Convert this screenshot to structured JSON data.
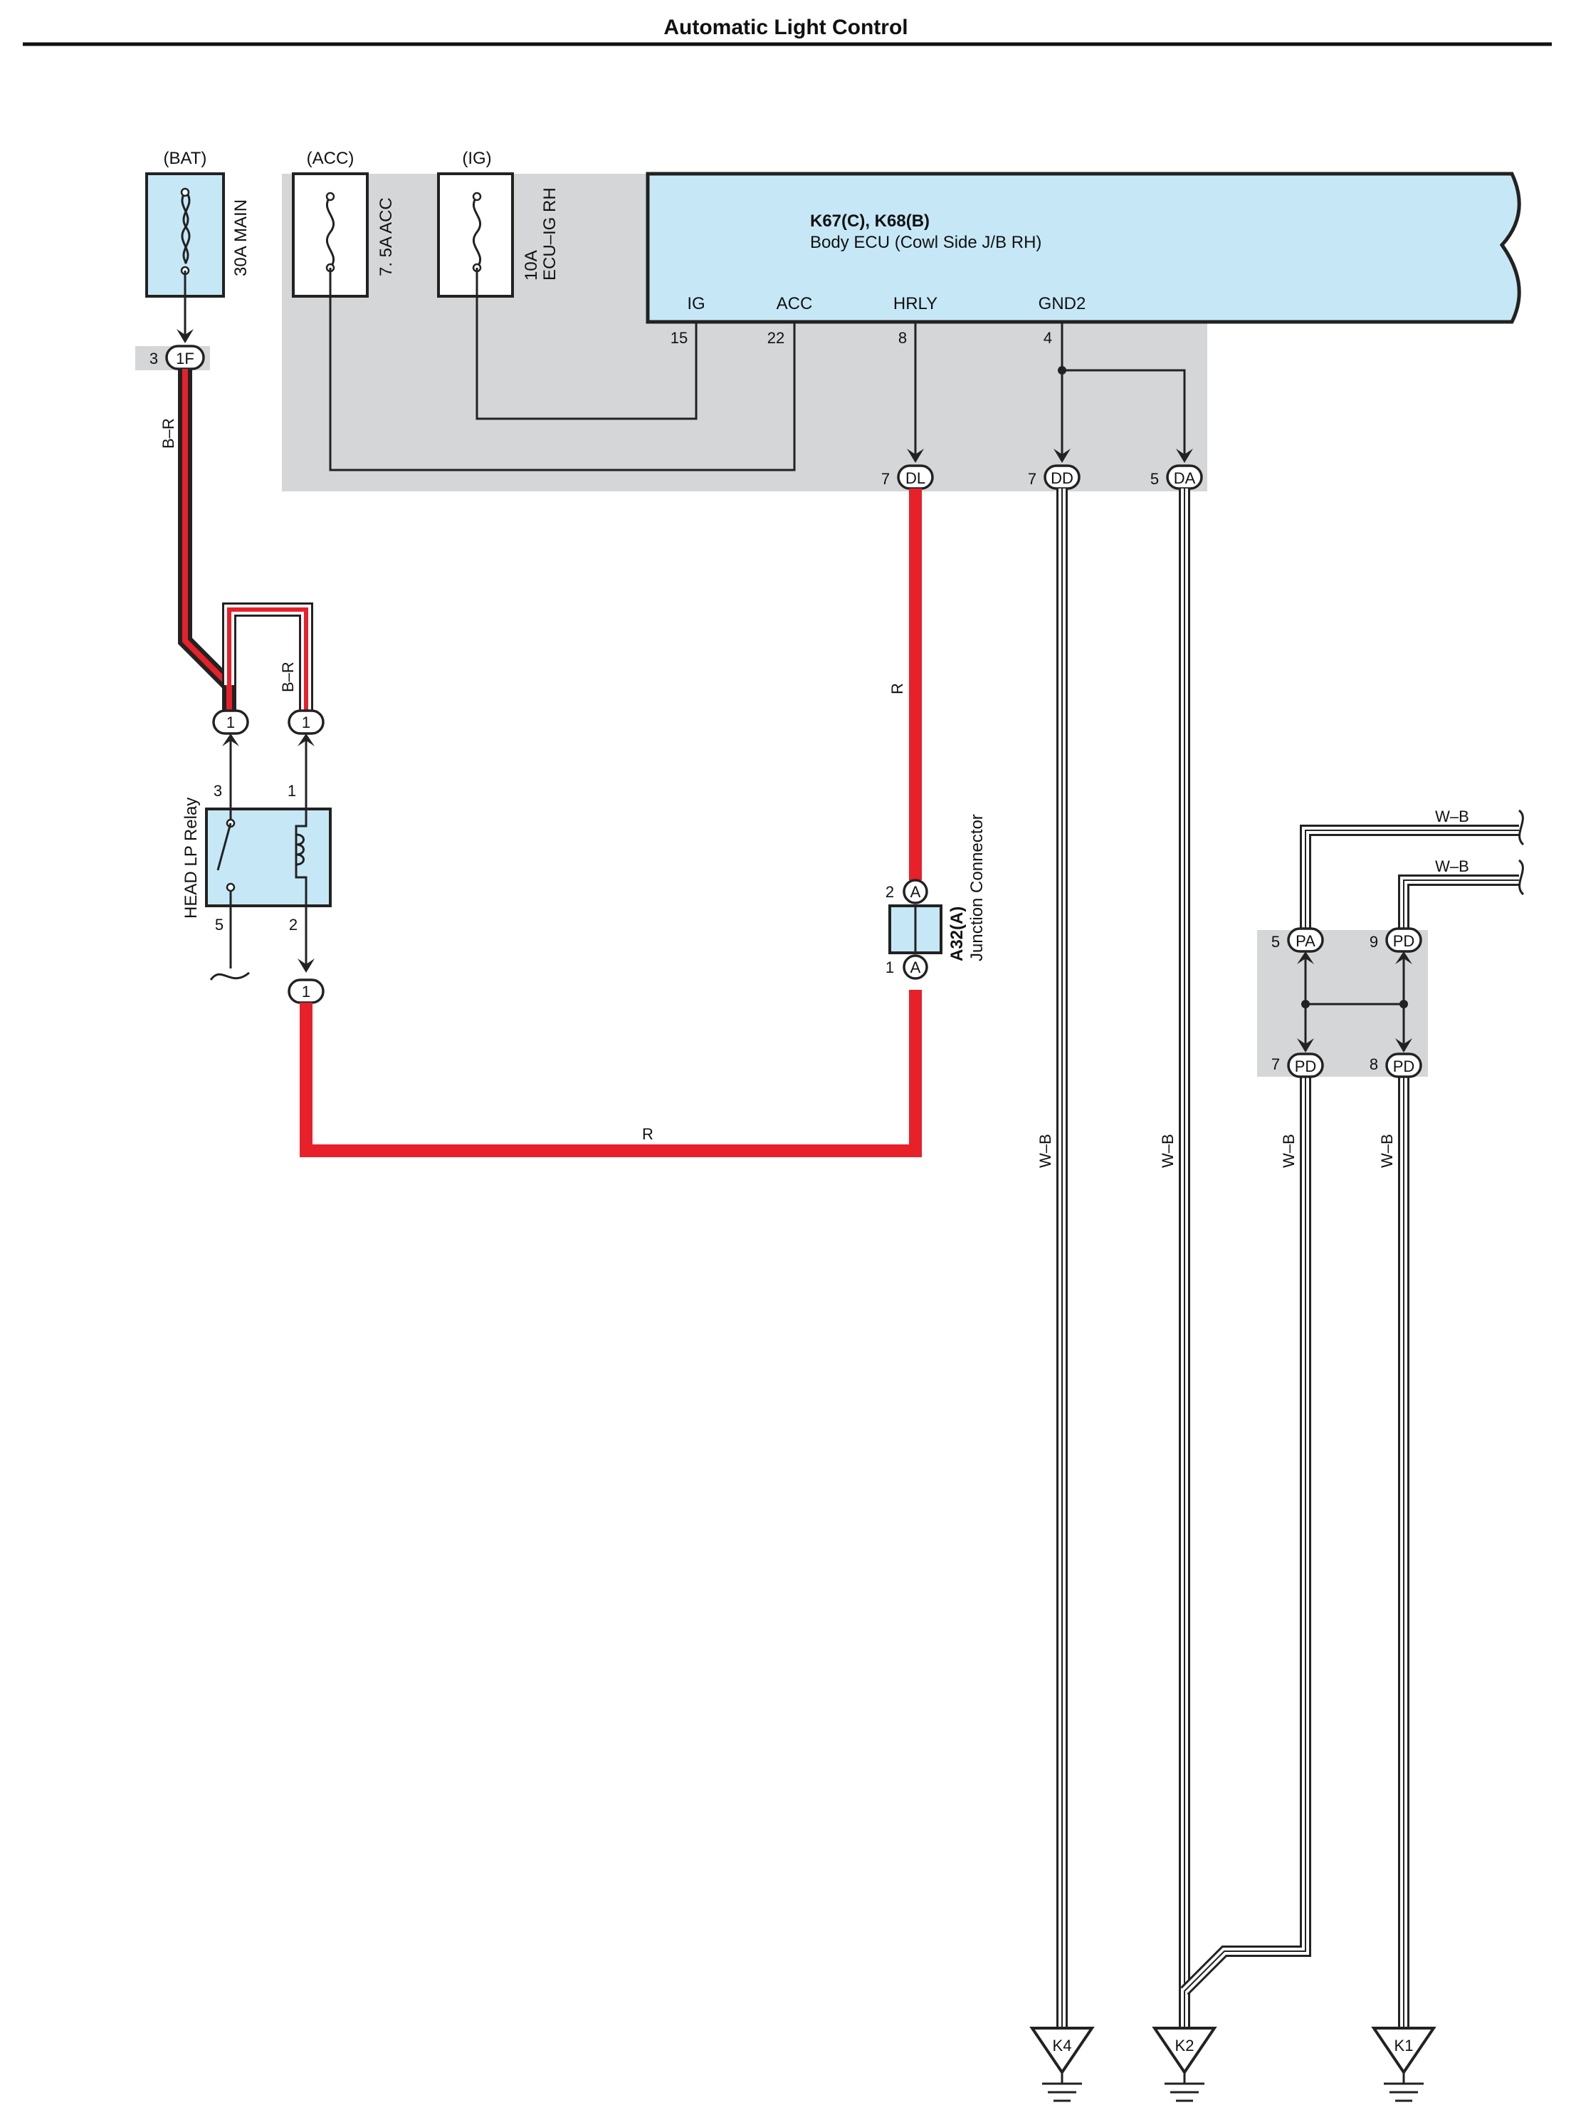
{
  "title": "Automatic Light Control",
  "fuses": [
    {
      "source": "(BAT)",
      "rating": "30A MAIN"
    },
    {
      "source": "(ACC)",
      "rating": "7. 5A ACC"
    },
    {
      "source": "(IG)",
      "rating_line1": "10A",
      "rating_line2": "ECU–IG RH"
    }
  ],
  "ecu": {
    "code": "K67(C), K68(B)",
    "name": "Body ECU (Cowl Side J/B RH)",
    "terminals": [
      {
        "label": "IG",
        "pin": "15"
      },
      {
        "label": "ACC",
        "pin": "22"
      },
      {
        "label": "HRLY",
        "pin": "8"
      },
      {
        "label": "GND2",
        "pin": "4"
      }
    ]
  },
  "connectors": {
    "fuse_out": {
      "id": "1F",
      "pin": "3"
    },
    "dl": {
      "id": "DL",
      "pin": "7"
    },
    "dd": {
      "id": "DD",
      "pin": "7"
    },
    "da": {
      "id": "DA",
      "pin": "5"
    },
    "relay_in_left": {
      "id": "1"
    },
    "relay_in_right": {
      "id": "1"
    },
    "relay_out": {
      "id": "1"
    },
    "pa": {
      "id": "PA",
      "pin": "5"
    },
    "pd9": {
      "id": "PD",
      "pin": "9"
    },
    "pd7": {
      "id": "PD",
      "pin": "7"
    },
    "pd8": {
      "id": "PD",
      "pin": "8"
    }
  },
  "relay": {
    "name": "HEAD LP Relay",
    "pins": {
      "p3": "3",
      "p1": "1",
      "p5": "5",
      "p2": "2"
    }
  },
  "junction": {
    "code": "A32(A)",
    "name": "Junction Connector",
    "pin_top": "2",
    "pin_bottom": "1",
    "letter": "A"
  },
  "wires": {
    "br1": "B–R",
    "br2": "B–R",
    "r_vertical": "R",
    "r_horizontal": "R",
    "wb_top1": "W–B",
    "wb_top2": "W–B",
    "wb1": "W–B",
    "wb2": "W–B",
    "wb3": "W–B",
    "wb4": "W–B"
  },
  "grounds": [
    "K4",
    "K2",
    "K1"
  ],
  "colors": {
    "red_wire": "#e8202a",
    "component_fill": "#c6e8f6",
    "shaded_area": "#d5d6d8"
  }
}
